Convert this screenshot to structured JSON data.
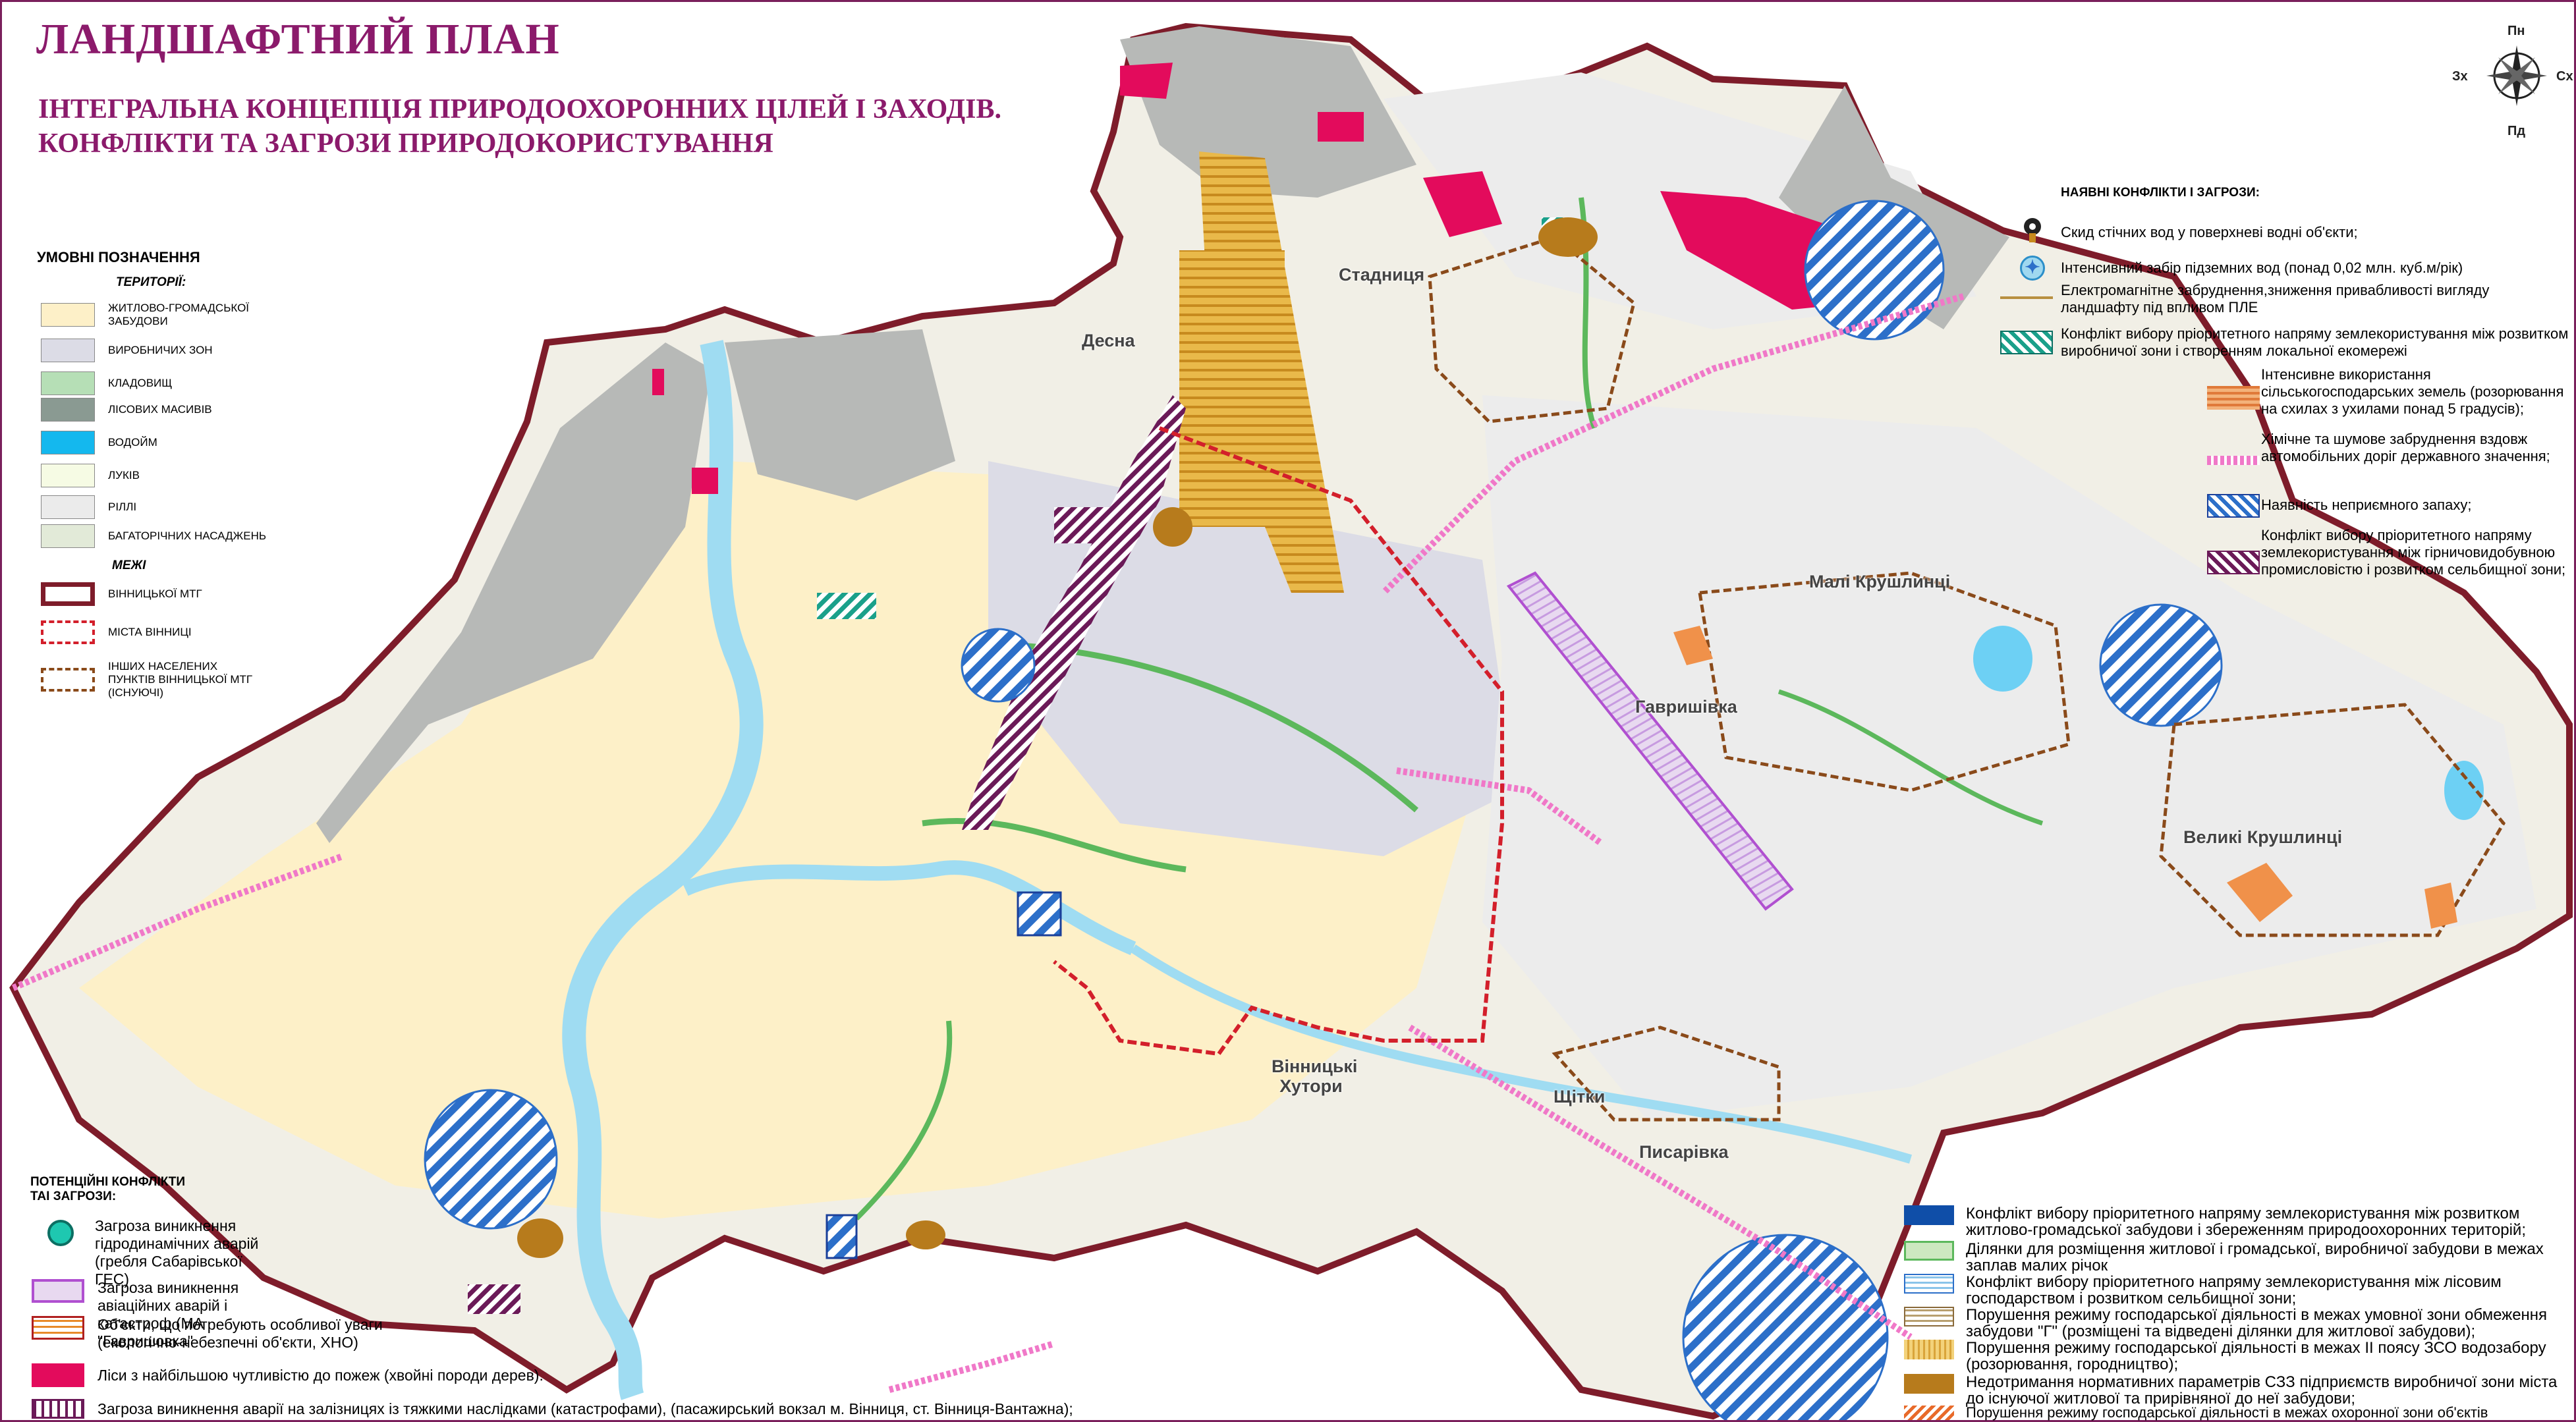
{
  "title": "ЛАНДШАФТНИЙ ПЛАН",
  "subtitle_line1": "ІНТЕГРАЛЬНА КОНЦЕПЦІЯ ПРИРОДООХОРОННИХ ЦІЛЕЙ І ЗАХОДІВ.",
  "subtitle_line2": "КОНФЛІКТИ ТА ЗАГРОЗИ ПРИРОДОКОРИСТУВАННЯ",
  "compass": {
    "north": "Пн",
    "south": "Пд",
    "west": "Зх",
    "east": "Сх"
  },
  "legend": {
    "heading": "УМОВНІ ПОЗНАЧЕННЯ",
    "territories_heading": "ТЕРИТОРІЇ:",
    "territories": [
      {
        "label": "ЖИТЛОВО-ГРОМАДСЬКОЇ ЗАБУДОВИ",
        "color": "#fdf0c8"
      },
      {
        "label": "ВИРОБНИЧИХ ЗОН",
        "color": "#dcdce6"
      },
      {
        "label": "КЛАДОВИЩ",
        "color": "#b6dfb6"
      },
      {
        "label": "ЛІСОВИХ МАСИВІВ",
        "color": "#8a9a92"
      },
      {
        "label": "ВОДОЙМ",
        "color": "#14b8ee"
      },
      {
        "label": "ЛУКІВ",
        "color": "#f6fbe4"
      },
      {
        "label": "РІЛЛІ",
        "color": "#ebebeb"
      },
      {
        "label": "БАГАТОРІЧНИХ НАСАДЖЕНЬ",
        "color": "#e2ead8"
      }
    ],
    "borders_heading": "МЕЖІ",
    "borders": [
      {
        "label": "ВІННИЦЬКОЇ МТГ"
      },
      {
        "label": "МІСТА ВІННИЦІ"
      },
      {
        "label": "ІНШИХ НАСЕЛЕНИХ ПУНКТІВ ВІННИЦЬКОЇ МТГ (ІСНУЮЧІ)"
      }
    ]
  },
  "potential": {
    "heading": "ПОТЕНЦІЙНІ КОНФЛІКТИ ТАІ ЗАГРОЗИ:",
    "items": [
      "Загроза виникнення гідродинамічних аварій (гребля Сабарівської ГЕС)",
      "Загроза виникнення авіаційних аварій і катастроф (МА \"Гавришовка\"",
      "Об'єкти, що потребують особливої уваги (екологічно-небезпечні об'єкти, ХНО)",
      "Ліси з найбільшою чутливістю до пожеж (хвойні породи дерев).",
      "Загроза виникнення аварії на залізницях із тяжкими наслідками (катастрофами), (пасажирський вокзал м. Вінниця, ст. Вінниця-Вантажна);"
    ]
  },
  "existing": {
    "heading": "НАЯВНІ КОНФЛІКТИ І ЗАГРОЗИ:",
    "items": [
      "Скид стічних вод у поверхневі водні об'єкти;",
      "Інтенсивний забір підземних вод (понад 0,02 млн. куб.м/рік)",
      "Електромагнітне забруднення,зниження привабливості вигляду ландшафту під впливом ПЛЕ",
      "Конфлікт вибору пріоритетного напряму землекористування між розвитком виробничої зони і створенням локальної екомережі",
      "Інтенсивне використання сільськогосподарських земель (розорювання на схилах з ухилами понад 5 градусів);",
      "Хімічне та шумове забруднення вздовж автомобільних доріг державного значення;",
      "Наявність неприємного запаху;",
      "Конфлікт вибору пріоритетного напряму землекористування між гірничовидобувною промисловістю і розвитком сельбищної зони;"
    ]
  },
  "bottom_right": [
    "Конфлікт вибору пріоритетного напряму землекористування між розвитком житлово-громадської забудови і збереженням природоохоронних територій;",
    "Ділянки для розміщення житлової і громадської, виробничої забудови в межах заплав малих річок",
    "Конфлікт вибору пріоритетного напряму землекористування між лісовим господарством і розвитком сельбищної зони;",
    "Порушення режиму господарської діяльності в межах умовної зони обмеження забудови \"Г\" (розміщені та відведені ділянки для житлової забудови);",
    "Порушення режиму господарської діяльності в межах II поясу ЗСО водозабору (розорювання, городництво);",
    "Недотримання нормативних параметрів СЗЗ підприємств виробничої зони міста до існуючої житлової та прирівняної до неї забудови;",
    "Порушення режиму господарської діяльності в межах охоронної зони об'єктів"
  ],
  "places": [
    "Стадниця",
    "Десна",
    "Малі Крушлинці",
    "Гавришівка",
    "Великі Крушлинці",
    "Вінницькі Хутори",
    "Щітки",
    "Писарівка"
  ]
}
